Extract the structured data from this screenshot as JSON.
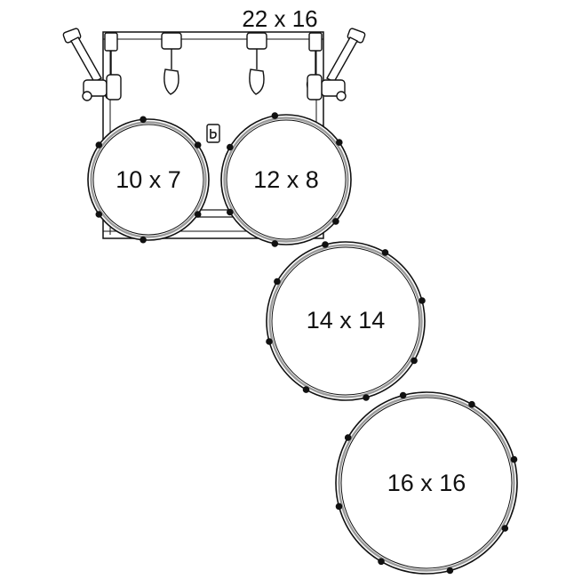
{
  "diagram": {
    "bass_drum": {
      "label": "22 x 16"
    },
    "drums": [
      {
        "id": "tom-10",
        "label": "10 x 7"
      },
      {
        "id": "tom-12",
        "label": "12 x 8"
      },
      {
        "id": "floor-14",
        "label": "14 x 14"
      },
      {
        "id": "floor-16",
        "label": "16 x 16"
      }
    ],
    "badge": {
      "icon": "brand-badge-icon"
    },
    "colors": {
      "line": "#111111",
      "rim": "#9a9a9a",
      "fill": "#ffffff"
    }
  }
}
